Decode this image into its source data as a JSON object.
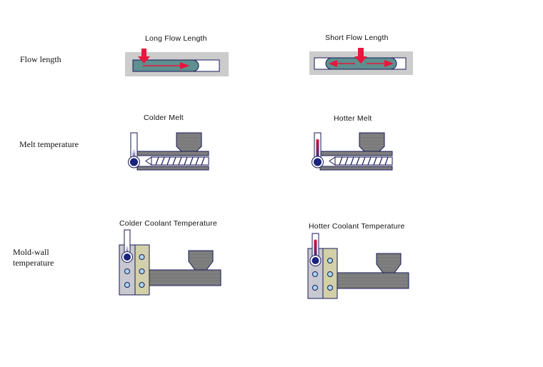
{
  "rows": {
    "flow_length": {
      "label": "Flow length",
      "left_caption": "Long Flow Length",
      "right_caption": "Short Flow Length"
    },
    "melt_temperature": {
      "label": "Melt temperature",
      "left_caption": "Colder Melt",
      "right_caption": "Hotter Melt"
    },
    "mold_wall_temperature": {
      "label_line1": "Mold-wall",
      "label_line2": "temperature",
      "left_caption": "Colder Coolant Temperature",
      "right_caption": "Hotter Coolant Temperature"
    }
  },
  "colors": {
    "arrow_red": "#e8163c",
    "melt_fill": "#5f8f8f",
    "outline_navy": "#1a1a5a",
    "panel_gray": "#cccccc",
    "barrel_gray": "#8a8a8a",
    "mold_plate_gray": "#c8c8d0",
    "mold_plate_khaki": "#d2d0a8",
    "cooling_channel": "#a8d8f0",
    "thermo_bulb": "#1a237e",
    "thermo_hot": "#b0103a"
  },
  "thermometer_levels": {
    "colder_melt": 0.25,
    "hotter_melt": 0.85,
    "colder_coolant": 0.25,
    "hotter_coolant": 0.85
  }
}
